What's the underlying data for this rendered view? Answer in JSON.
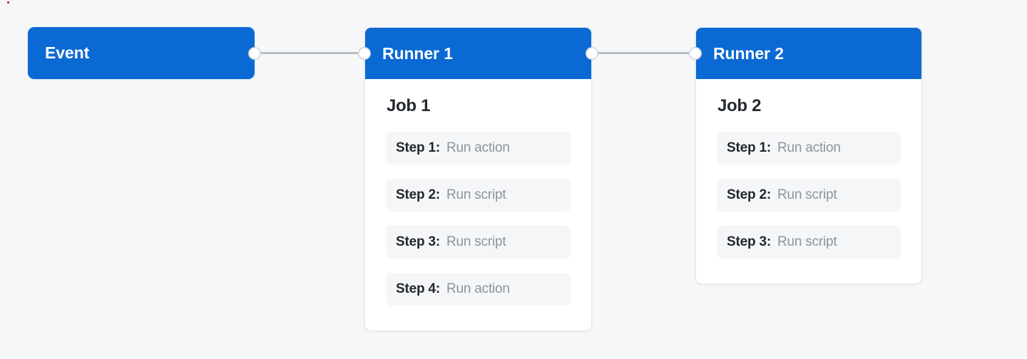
{
  "background_color": "#f6f7f9",
  "accent_color": "#0b69d4",
  "diagram": {
    "event_node": {
      "label": "Event"
    },
    "runners": [
      {
        "header_label": "Runner 1",
        "job_title": "Job 1",
        "steps": [
          {
            "label": "Step 1:",
            "value": "Run action"
          },
          {
            "label": "Step 2:",
            "value": "Run script"
          },
          {
            "label": "Step 3:",
            "value": "Run script"
          },
          {
            "label": "Step 4:",
            "value": "Run action"
          }
        ]
      },
      {
        "header_label": "Runner 2",
        "job_title": "Job 2",
        "steps": [
          {
            "label": "Step 1:",
            "value": "Run action"
          },
          {
            "label": "Step 2:",
            "value": "Run script"
          },
          {
            "label": "Step 3:",
            "value": "Run script"
          }
        ]
      }
    ],
    "connections": [
      {
        "from": "Event",
        "to": "Runner 1"
      },
      {
        "from": "Runner 1",
        "to": "Runner 2"
      }
    ]
  }
}
